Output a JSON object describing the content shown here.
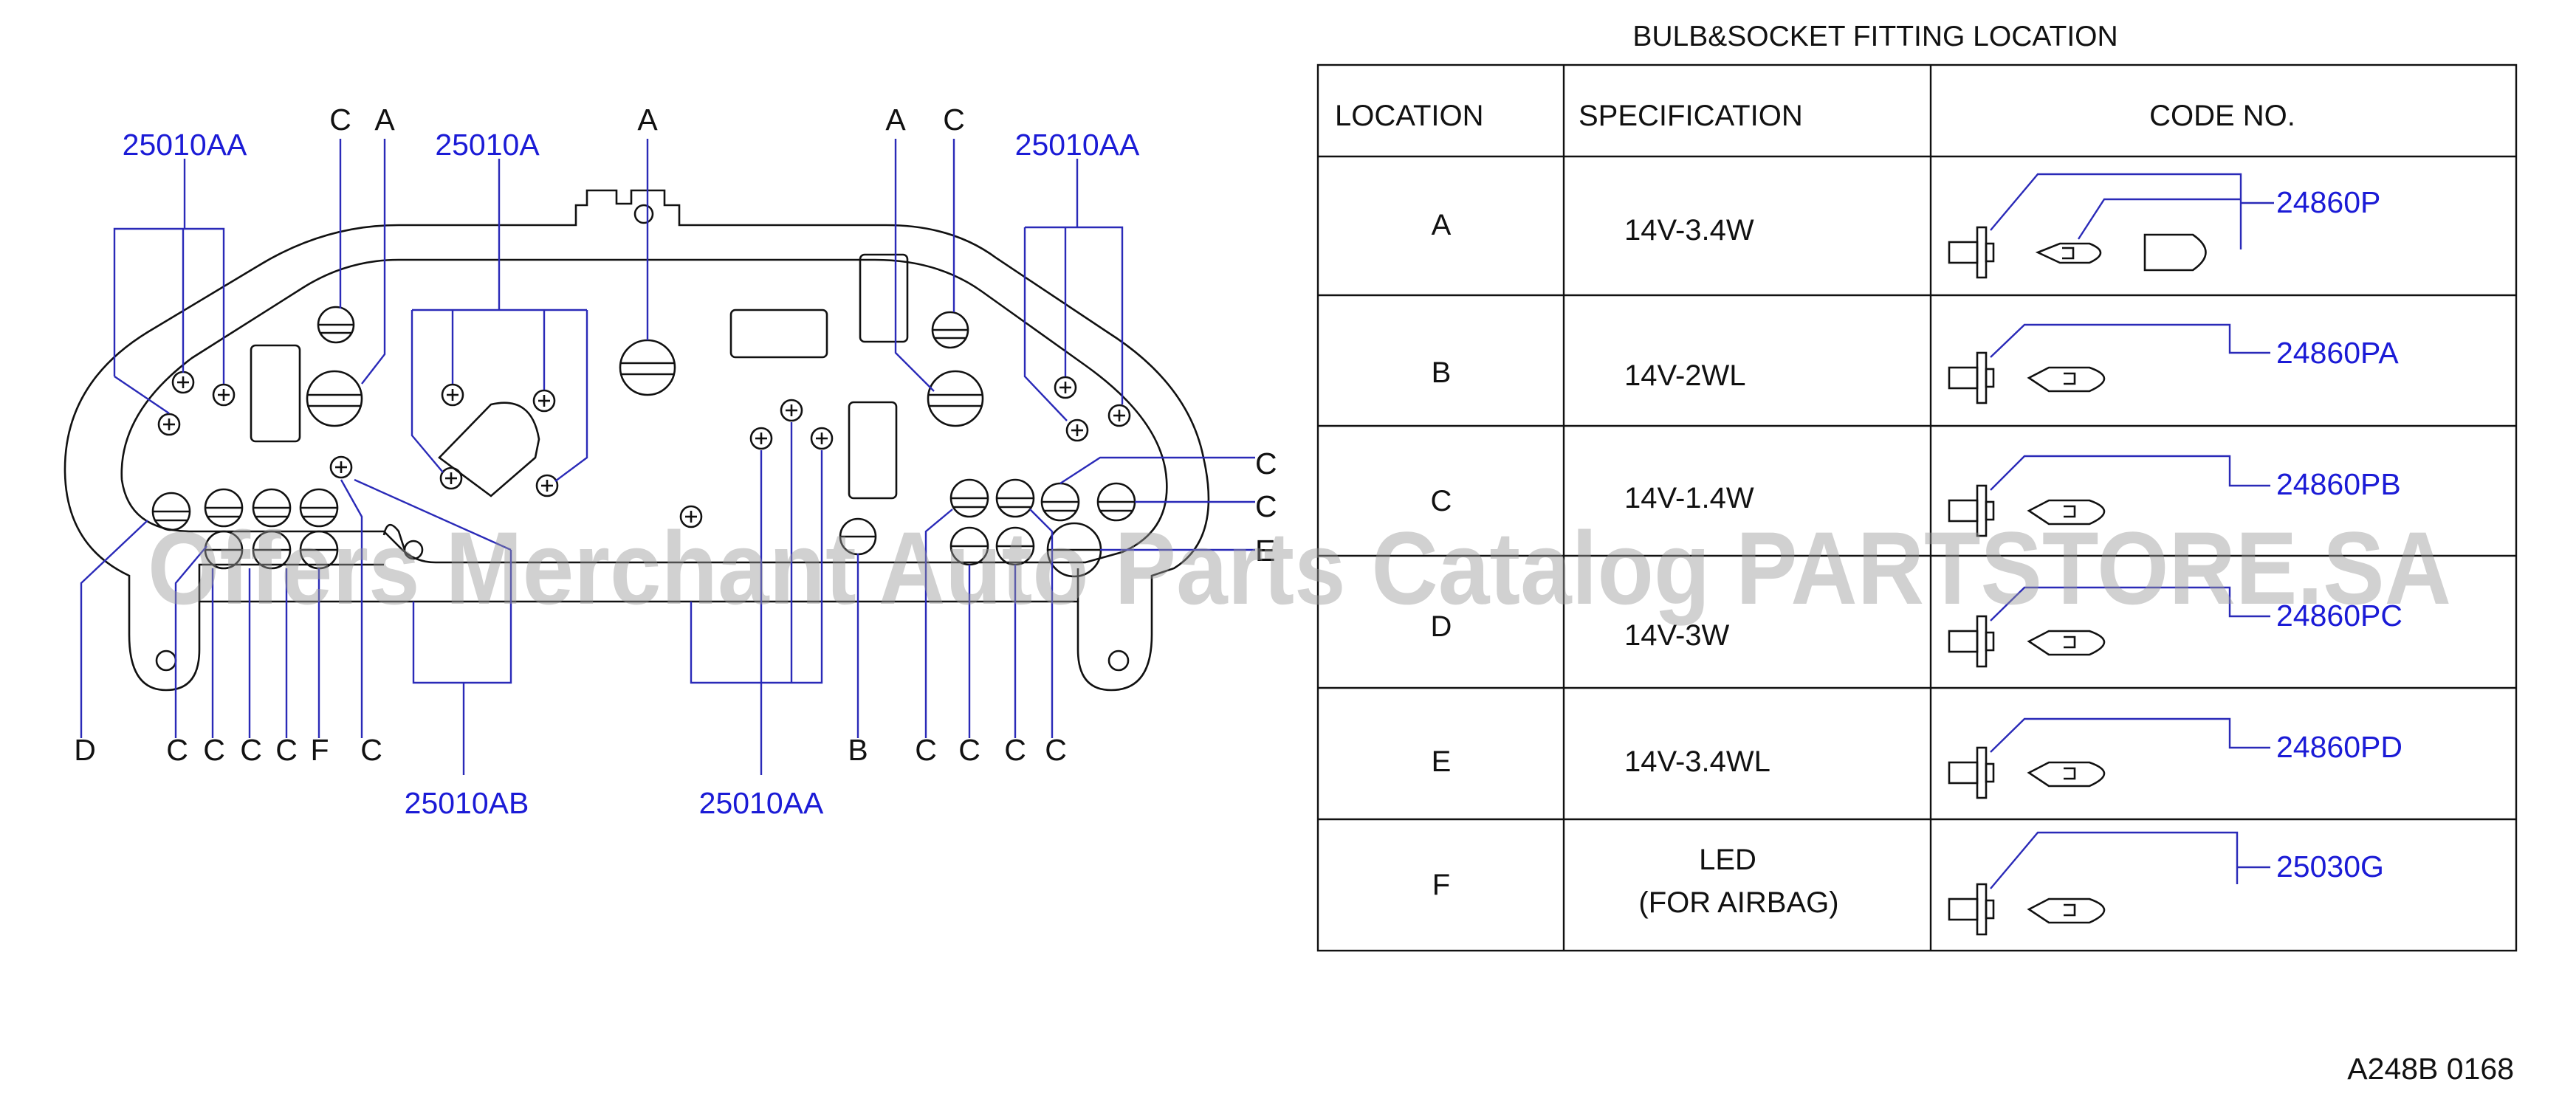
{
  "table": {
    "title": "BULB&SOCKET   FITTING   LOCATION",
    "headers": {
      "location": "LOCATION",
      "specification": "SPECIFICATION",
      "code": "CODE   NO."
    },
    "rows": [
      {
        "location": "A",
        "spec_line1": "14V-3.4W",
        "spec_line2": "",
        "code": "24860P"
      },
      {
        "location": "B",
        "spec_line1": "14V-2WL",
        "spec_line2": "",
        "code": "24860PA"
      },
      {
        "location": "C",
        "spec_line1": "14V-1.4W",
        "spec_line2": "",
        "code": "24860PB"
      },
      {
        "location": "D",
        "spec_line1": "14V-3W",
        "spec_line2": "",
        "code": "24860PC"
      },
      {
        "location": "E",
        "spec_line1": "14V-3.4WL",
        "spec_line2": "",
        "code": "24860PD"
      },
      {
        "location": "F",
        "spec_line1": "LED",
        "spec_line2": "(FOR   AIRBAG)",
        "code": "25030G"
      }
    ]
  },
  "diagram": {
    "top_labels": {
      "part_left": "25010AA",
      "c1": "C",
      "a1": "A",
      "part_center_left": "25010A",
      "a_center": "A",
      "a2": "A",
      "c2": "C",
      "part_right": "25010AA"
    },
    "right_labels": {
      "c_upper": "C",
      "c_lower": "C",
      "e": "E"
    },
    "bottom_labels": {
      "d": "D",
      "c1": "C",
      "c2": "C",
      "c3": "C",
      "c4": "C",
      "f": "F",
      "c5": "C",
      "b": "B",
      "c6": "C",
      "c7": "C",
      "c8": "C",
      "c9": "C"
    },
    "bottom_parts": {
      "left": "25010AB",
      "center": "25010AA"
    }
  },
  "footer_code": "A248B   0168",
  "watermark": "Offers Merchant Auto Parts Catalog PARTSTORE.SA"
}
